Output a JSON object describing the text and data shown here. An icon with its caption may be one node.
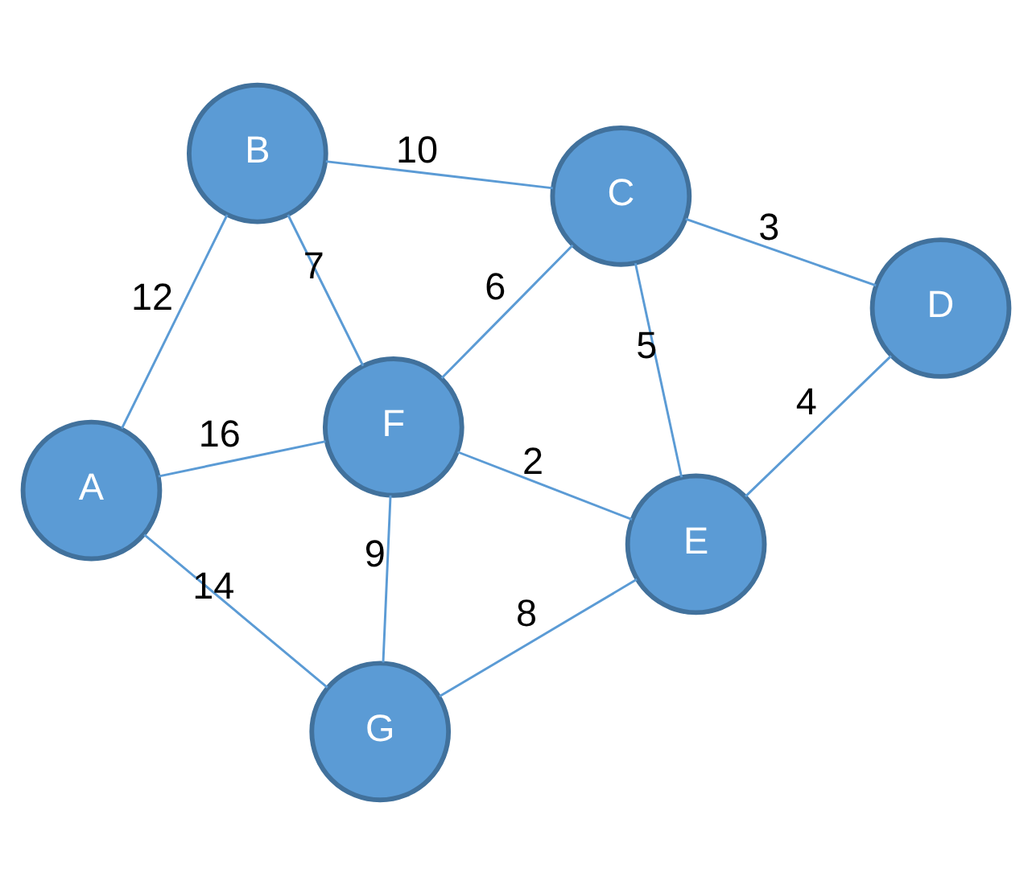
{
  "diagram": {
    "nodes": [
      {
        "text": [
          "B"
        ]
      },
      {
        "text": [
          "C"
        ]
      },
      {
        "text": [
          "A"
        ]
      },
      {
        "text": [
          "F"
        ]
      },
      {
        "text": [
          "D"
        ]
      },
      {
        "text": [
          "G"
        ]
      },
      {
        "text": [
          "E"
        ]
      }
    ],
    "edges": [
      {
        "from": 2,
        "to": 0,
        "arrow": "none",
        "label": "12"
      },
      {
        "from": 0,
        "to": 1,
        "arrow": "none",
        "label": "10"
      },
      {
        "from": 0,
        "to": 3,
        "arrow": "none",
        "label": "7"
      },
      {
        "from": 2,
        "to": 3,
        "arrow": "none",
        "label": "16"
      },
      {
        "from": 1,
        "to": 3,
        "arrow": "none",
        "label": "6"
      },
      {
        "from": 1,
        "to": 4,
        "arrow": "none",
        "label": "3"
      },
      {
        "from": 1,
        "to": 6,
        "arrow": "none",
        "label": "5"
      },
      {
        "from": 4,
        "to": 6,
        "arrow": "none",
        "label": "4"
      },
      {
        "from": 3,
        "to": 6,
        "arrow": "none",
        "label": "2"
      },
      {
        "from": 3,
        "to": 5,
        "arrow": "none",
        "label": "9"
      },
      {
        "from": 2,
        "to": 5,
        "arrow": "none",
        "label": "14"
      },
      {
        "from": 5,
        "to": 6,
        "arrow": "none",
        "label": "8"
      }
    ]
  }
}
